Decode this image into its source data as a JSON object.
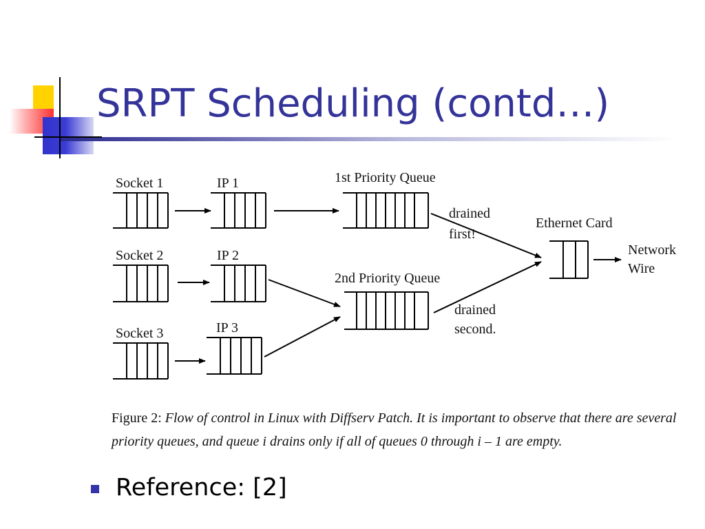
{
  "slide": {
    "title": "SRPT Scheduling (contd…)",
    "bullet_text": "Reference: [2]"
  },
  "figure": {
    "sockets": [
      {
        "label": "Socket 1"
      },
      {
        "label": "Socket 2"
      },
      {
        "label": "Socket 3"
      }
    ],
    "ips": [
      {
        "label": "IP 1"
      },
      {
        "label": "IP 2"
      },
      {
        "label": "IP 3"
      }
    ],
    "queues": [
      {
        "label": "1st Priority Queue",
        "note_line1": "drained",
        "note_line2": "first!"
      },
      {
        "label": "2nd Priority Queue",
        "note_line1": "drained",
        "note_line2": "second."
      }
    ],
    "ethernet_label": "Ethernet Card",
    "wire_line1": "Network",
    "wire_line2": "Wire"
  },
  "caption": {
    "lead": "Figure 2:",
    "body": "Flow of control in Linux with Diffserv Patch.  It is important to observe that there are several priority queues, and queue i drains only if all of queues 0 through i – 1 are empty."
  }
}
